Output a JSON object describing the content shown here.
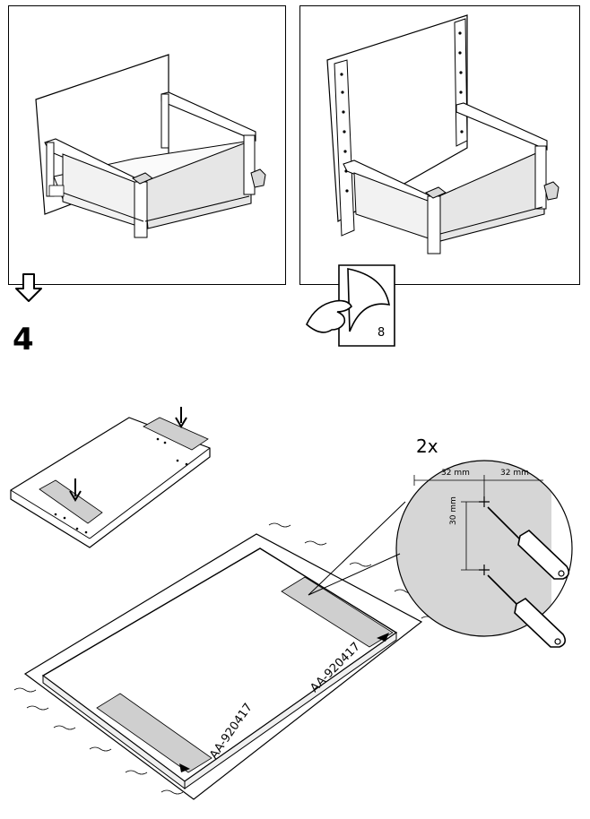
{
  "step": {
    "number": "4"
  },
  "reference": {
    "page": "8"
  },
  "detail": {
    "quantity": "2x",
    "dim_horizontal_left": "32 mm",
    "dim_horizontal_right": "32 mm",
    "dim_vertical": "30 mm"
  },
  "labels": {
    "part_code_1": "AA-920417",
    "part_code_2": "AA-920417"
  },
  "icons": {
    "arrow": "down-arrow-icon",
    "page_turn": "page-turn-hand-icon",
    "screwdriver": "screwdriver-icon"
  }
}
